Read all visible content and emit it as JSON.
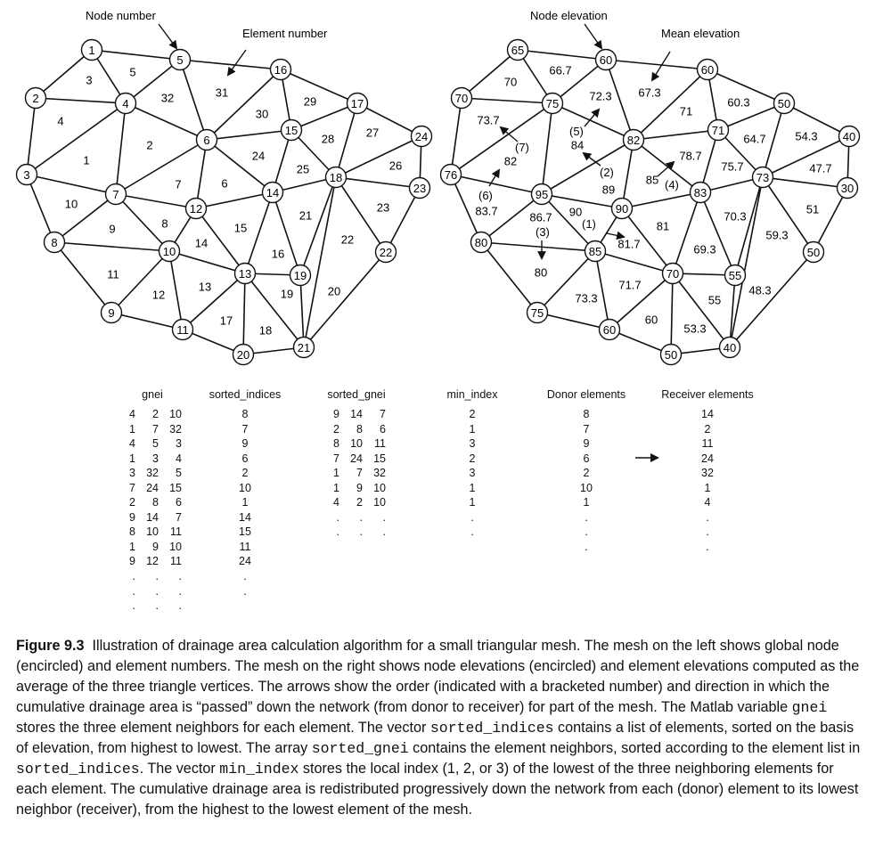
{
  "left_mesh": {
    "annotations": {
      "node_number": "Node number",
      "element_number": "Element number"
    },
    "nodes": [
      "1",
      "2",
      "3",
      "4",
      "5",
      "6",
      "7",
      "8",
      "9",
      "10",
      "11",
      "12",
      "13",
      "14",
      "15",
      "16",
      "17",
      "18",
      "19",
      "20",
      "21",
      "22",
      "23",
      "24"
    ],
    "elements": [
      "1",
      "2",
      "3",
      "4",
      "5",
      "6",
      "7",
      "8",
      "9",
      "10",
      "11",
      "12",
      "13",
      "14",
      "15",
      "16",
      "17",
      "18",
      "19",
      "20",
      "21",
      "22",
      "23",
      "24",
      "25",
      "26",
      "27",
      "28",
      "29",
      "30",
      "31",
      "32"
    ]
  },
  "right_mesh": {
    "annotations": {
      "node_elevation": "Node elevation",
      "mean_elevation": "Mean elevation"
    },
    "node_elevations": [
      "65",
      "70",
      "76",
      "75",
      "60",
      "82",
      "95",
      "80",
      "75",
      "85",
      "60",
      "90",
      "70",
      "83",
      "71",
      "60",
      "50",
      "73",
      "55",
      "50",
      "40",
      "50",
      "30",
      "40"
    ],
    "element_elevations": [
      "70",
      "66.7",
      "73.7",
      "82",
      "84",
      "89",
      "83.7",
      "86.7",
      "80",
      "90",
      "73.3",
      "81.7",
      "71.7",
      "60",
      "85",
      "78.7",
      "53.3",
      "55",
      "48.3",
      "59.3",
      "70.3",
      "69.3",
      "75.7",
      "64.7",
      "60.3",
      "71",
      "67.3",
      "72.3",
      "81",
      "54.3",
      "47.7",
      "51"
    ],
    "order_labels": [
      "(1)",
      "(2)",
      "(3)",
      "(4)",
      "(5)",
      "(6)",
      "(7)"
    ]
  },
  "tables": {
    "headers": {
      "gnei": "gnei",
      "sorted_indices": "sorted_indices",
      "sorted_gnei": "sorted_gnei",
      "min_index": "min_index",
      "donor": "Donor elements",
      "receiver": "Receiver elements"
    },
    "gnei": [
      [
        "4",
        "2",
        "10"
      ],
      [
        "1",
        "7",
        "32"
      ],
      [
        "4",
        "5",
        "3"
      ],
      [
        "1",
        "3",
        "4"
      ],
      [
        "3",
        "32",
        "5"
      ],
      [
        "7",
        "24",
        "15"
      ],
      [
        "2",
        "8",
        "6"
      ],
      [
        "9",
        "14",
        "7"
      ],
      [
        "8",
        "10",
        "11"
      ],
      [
        "1",
        "9",
        "10"
      ],
      [
        "9",
        "12",
        "11"
      ],
      [
        ".",
        ".",
        "."
      ],
      [
        ".",
        ".",
        "."
      ],
      [
        ".",
        ".",
        "."
      ]
    ],
    "sorted_indices": [
      "8",
      "7",
      "9",
      "6",
      "2",
      "10",
      "1",
      "14",
      "15",
      "11",
      "24",
      ".",
      "."
    ],
    "sorted_gnei": [
      [
        "9",
        "14",
        "7"
      ],
      [
        "2",
        "8",
        "6"
      ],
      [
        "8",
        "10",
        "11"
      ],
      [
        "7",
        "24",
        "15"
      ],
      [
        "1",
        "7",
        "32"
      ],
      [
        "1",
        "9",
        "10"
      ],
      [
        "4",
        "2",
        "10"
      ],
      [
        ".",
        ".",
        "."
      ],
      [
        ".",
        ".",
        "."
      ]
    ],
    "min_index": [
      "2",
      "1",
      "3",
      "2",
      "3",
      "1",
      "1",
      ".",
      "."
    ],
    "donor": [
      "8",
      "7",
      "9",
      "6",
      "2",
      "10",
      "1",
      ".",
      ".",
      "."
    ],
    "receiver": [
      "14",
      "2",
      "11",
      "24",
      "32",
      "1",
      "4",
      ".",
      ".",
      "."
    ]
  },
  "caption": {
    "label": "Figure 9.3",
    "p1": "Illustration of drainage area calculation algorithm for a small triangular mesh. The mesh on the left shows global node (encircled) and element numbers. The mesh on the right shows node elevations (encircled) and element elevations computed as the average of the three triangle vertices. The arrows show the order (indicated with a bracketed number) and direction in which the cumulative drainage area is “passed” down the network (from donor to receiver) for part of the mesh. The Matlab variable ",
    "code1": "gnei",
    "p2": " stores the three element neighbors for each element. The vector ",
    "code2": "sorted_indices",
    "p3": " contains a list of elements, sorted on the basis of elevation, from highest to lowest. The array ",
    "code3": "sorted_gnei",
    "p4": " contains the element neighbors, sorted according to the element list in ",
    "code4": "sorted_indices",
    "p5": ". The vector ",
    "code5": "min_index",
    "p6": " stores the local index (1, 2, or 3) of the lowest of the three neighboring elements for each element. The cumulative drainage area is redistributed progressively down the network from each (donor) element to its lowest neighbor (receiver), from the highest to the lowest element of the mesh."
  }
}
